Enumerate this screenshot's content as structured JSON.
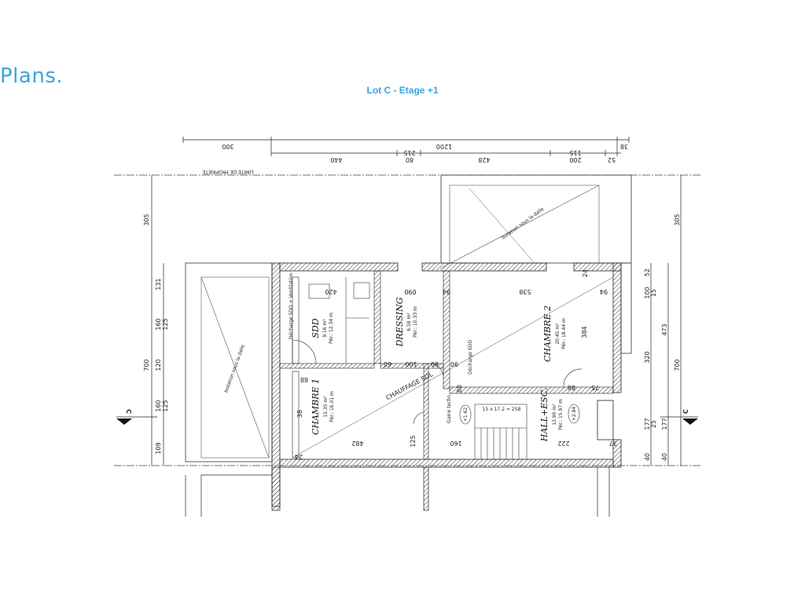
{
  "header": {
    "title": "Plans.",
    "subtitle": "Lot C - Etage +1"
  },
  "dimensions": {
    "top_row1": [
      "300",
      "1200",
      "38"
    ],
    "top_row2": [
      "440",
      "80",
      "215",
      "428",
      "200",
      "115",
      "52"
    ],
    "left_col": [
      "305",
      "700",
      "131",
      "160",
      "120",
      "160",
      "109",
      "125",
      "125"
    ],
    "right_col": [
      "305",
      "700",
      "52",
      "100",
      "15",
      "320",
      "473",
      "177",
      "25",
      "177",
      "40",
      "40"
    ],
    "inner": [
      "420",
      "090",
      "94",
      "538",
      "94",
      "80",
      "60",
      "100",
      "60",
      "90",
      "88",
      "75",
      "482",
      "125",
      "160",
      "222",
      "37",
      "24",
      "88",
      "24",
      "384",
      "38"
    ]
  },
  "labels": {
    "property_limit": "LIMITE DE PROPRIETE",
    "dalle_left": "Isolation sous la dalle",
    "dalle_top": "Isolation sous la dalle",
    "heating": "CHAUFFAGE SOL",
    "section_marker": "C",
    "ventilation": "Décharge SDD + Ventilation",
    "sdd_discharge": "Décharge SDD",
    "gaine": "Gaine techn.",
    "level_left": "+1.62",
    "level_right": "+2.84",
    "stairs": "15 x 17.2 ≈ 258"
  },
  "rooms": [
    {
      "name": "SDD",
      "area": "9.16 m²",
      "perimeter": "Pér.: 12.34 m"
    },
    {
      "name": "DRESSING",
      "area": "6.58 m²",
      "perimeter": "Pér.: 10.33 m"
    },
    {
      "name": "CHAMBRE 2",
      "area": "20.45 m²",
      "perimeter": "Pér.: 18.44 m"
    },
    {
      "name": "CHAMBRE 1",
      "area": "15.35 m²",
      "perimeter": "Pér.: 16.01 m"
    },
    {
      "name": "HALL+ESC.",
      "area": "12.90 m²",
      "perimeter": "Pér.: 15.97 m"
    }
  ]
}
